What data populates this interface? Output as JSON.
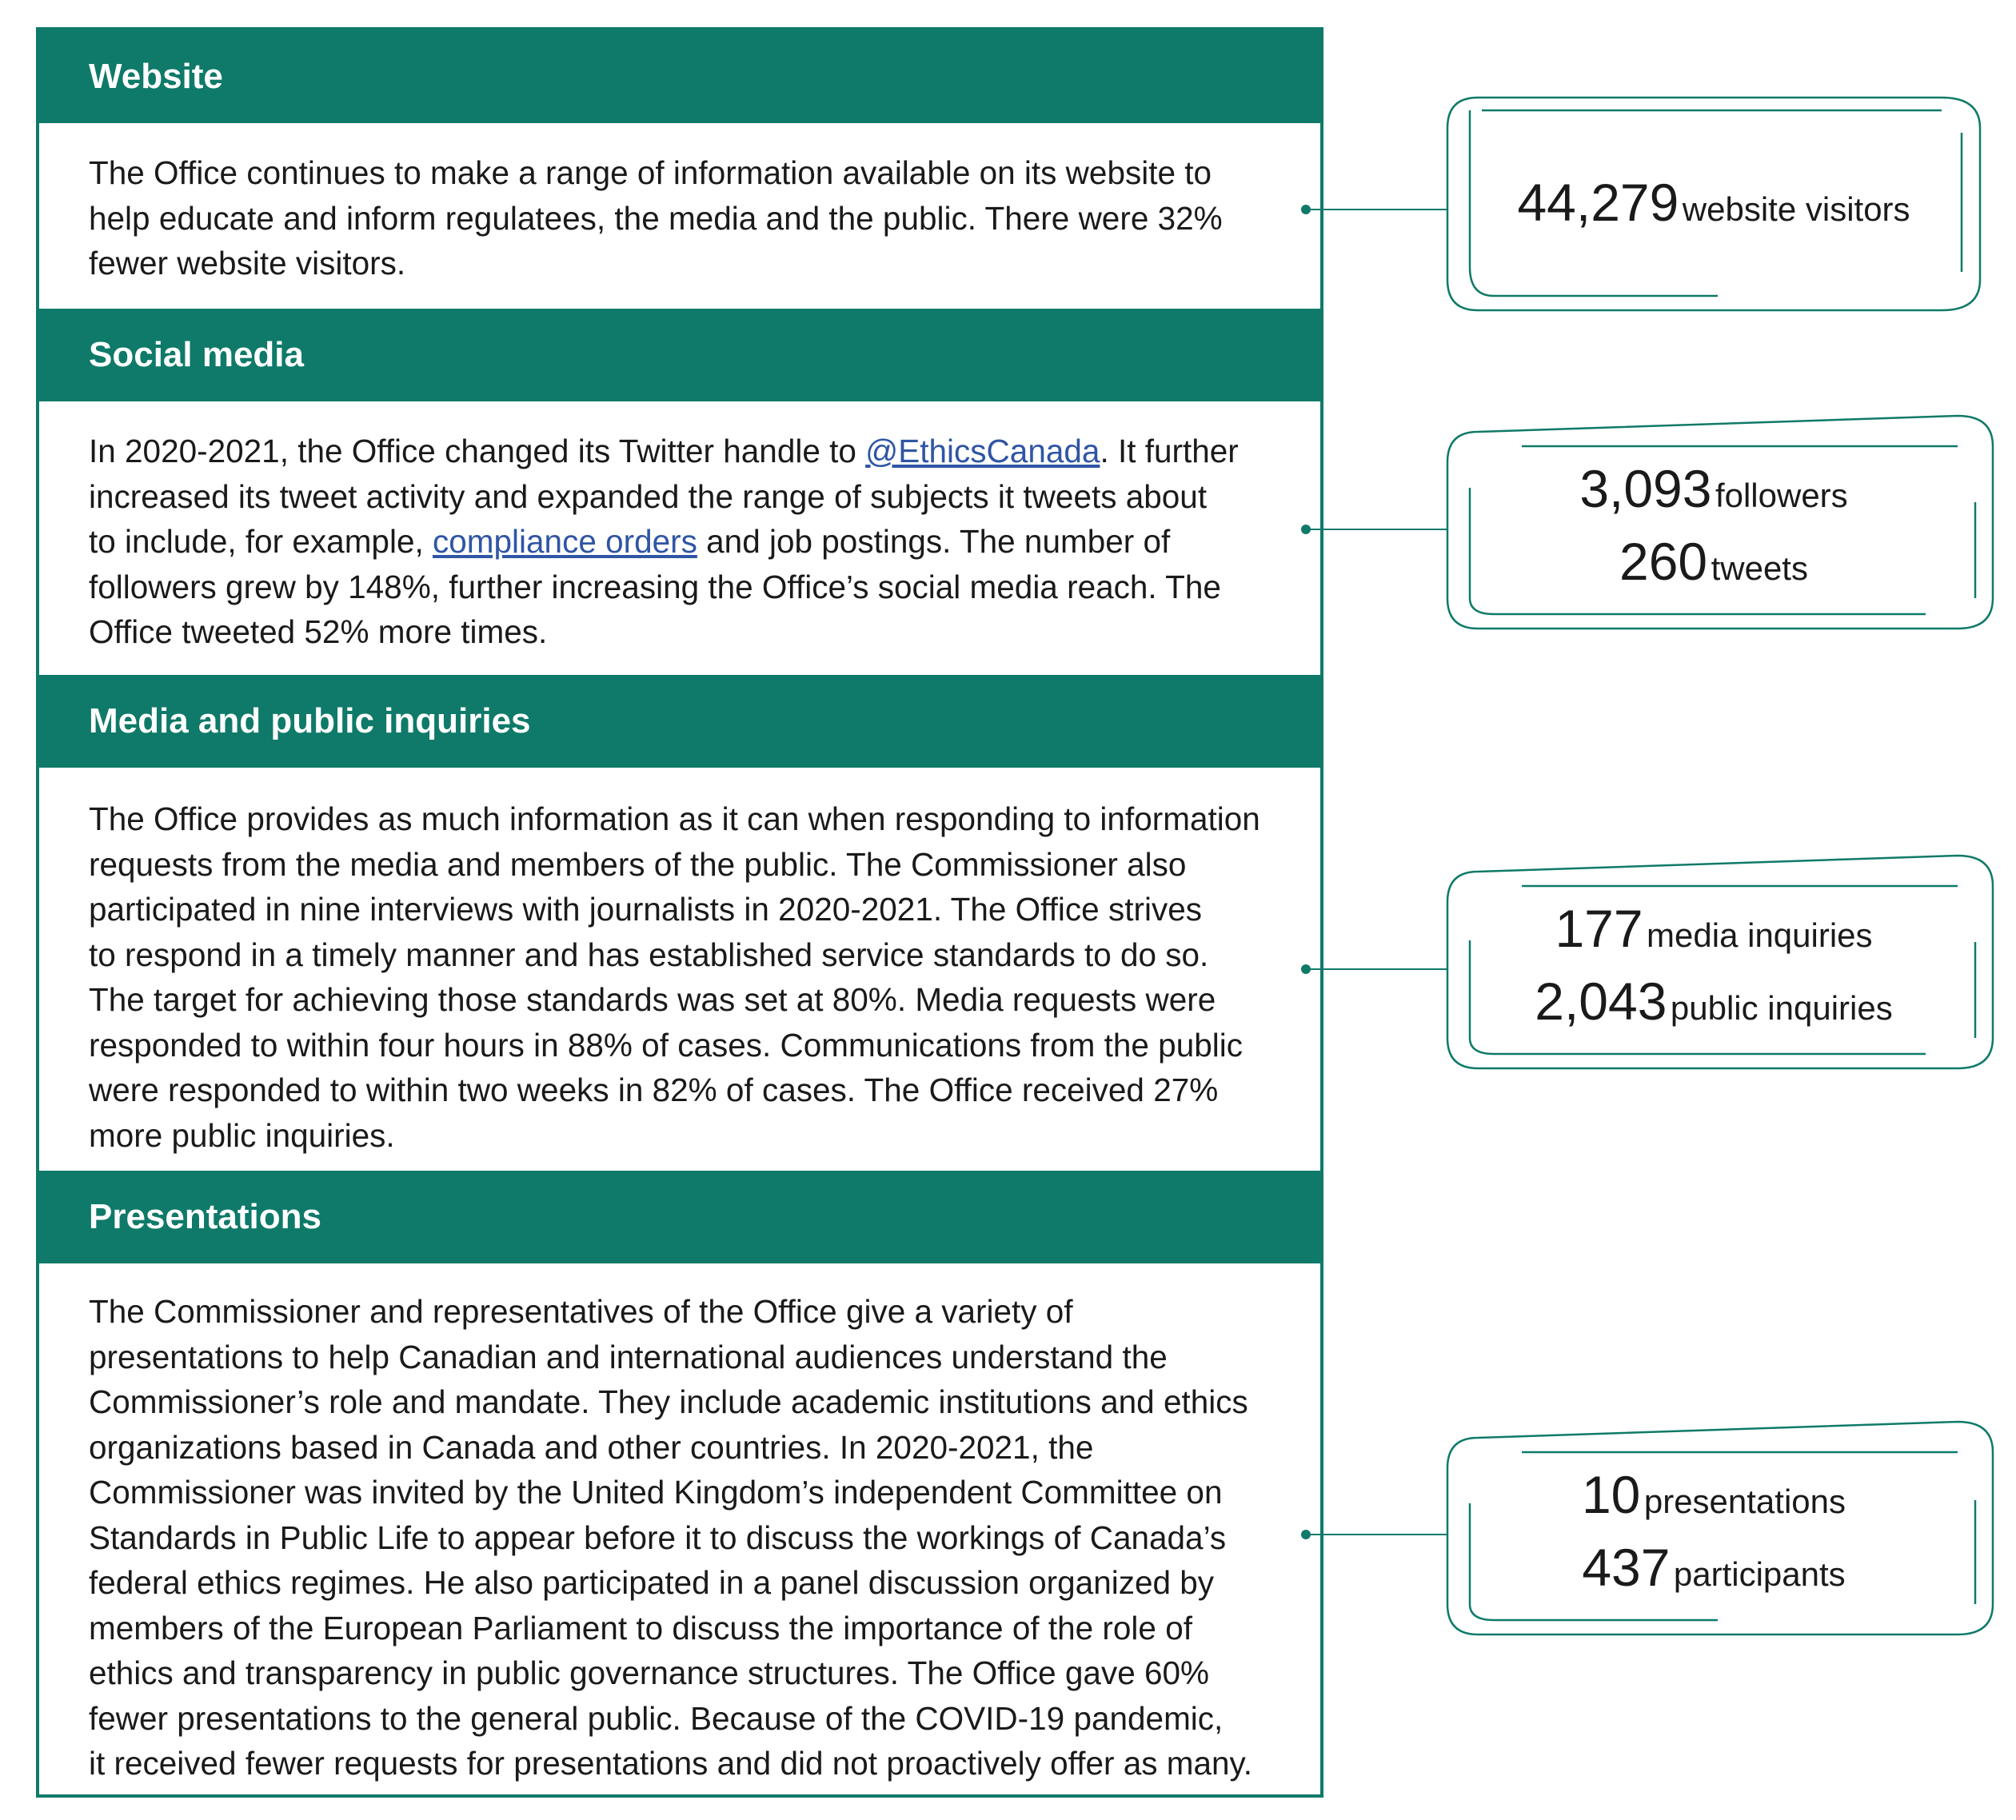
{
  "sections": [
    {
      "title": "Website",
      "lines": [
        "The Office continues to make a range of information available on its website to",
        "help educate and inform regulatees, the media and the public. There were 32%",
        "fewer website visitors."
      ]
    },
    {
      "title": "Social media",
      "line1_before": "In 2020-2021, the Office changed its Twitter handle to ",
      "link1": "@EthicsCanada",
      "line1_after": ". It further",
      "line2": "increased its tweet activity and expanded the range of subjects it tweets about",
      "line3_before": "to include, for example, ",
      "link2": "compliance orders",
      "line3_after": " and job postings. The number of",
      "line4": "followers grew by 148%, further increasing the Office’s social media reach. The",
      "line5": "Office tweeted 52% more times."
    },
    {
      "title": "Media and public inquiries",
      "lines": [
        "The Office provides as much information as it can when responding to information",
        "requests from the media and members of the public. The Commissioner also",
        "participated in nine interviews with journalists in 2020-2021. The Office strives",
        "to respond in a timely manner and has established service standards to do so.",
        "The target for achieving those standards was set at 80%. Media requests were",
        "responded to within four hours in 88% of cases. Communications from the public",
        "were responded to within two weeks in 82% of cases. The Office received 27%",
        "more public inquiries."
      ]
    },
    {
      "title": "Presentations",
      "lines": [
        "The Commissioner and representatives of the Office give a variety of",
        "presentations to help Canadian and international audiences understand the",
        "Commissioner’s role and mandate. They include academic institutions and ethics",
        "organizations based in Canada and other countries. In 2020-2021, the",
        "Commissioner was invited by the United Kingdom’s independent Committee on",
        "Standards in Public Life to appear before it to discuss the workings of Canada’s",
        "federal ethics regimes. He also participated in a panel discussion organized by",
        "members of the European Parliament to discuss the importance of the role of",
        "ethics and transparency in public governance structures. The Office gave 60%",
        "fewer presentations to the general public. Because of the COVID-19 pandemic,",
        "it received fewer requests for presentations and did not proactively offer as many."
      ]
    }
  ],
  "stats": [
    {
      "rows": [
        {
          "number": "44,279",
          "label": "website visitors"
        }
      ]
    },
    {
      "rows": [
        {
          "number": "3,093",
          "label": "followers"
        },
        {
          "number": "260",
          "label": "tweets"
        }
      ]
    },
    {
      "rows": [
        {
          "number": "177",
          "label": "media inquiries"
        },
        {
          "number": "2,043",
          "label": "public inquiries"
        }
      ]
    },
    {
      "rows": [
        {
          "number": "10",
          "label": "presentations"
        },
        {
          "number": "437",
          "label": "participants"
        }
      ]
    }
  ],
  "colors": {
    "accent": "#0f7a69",
    "link": "#2f55a4",
    "text": "#1a1a1a"
  }
}
